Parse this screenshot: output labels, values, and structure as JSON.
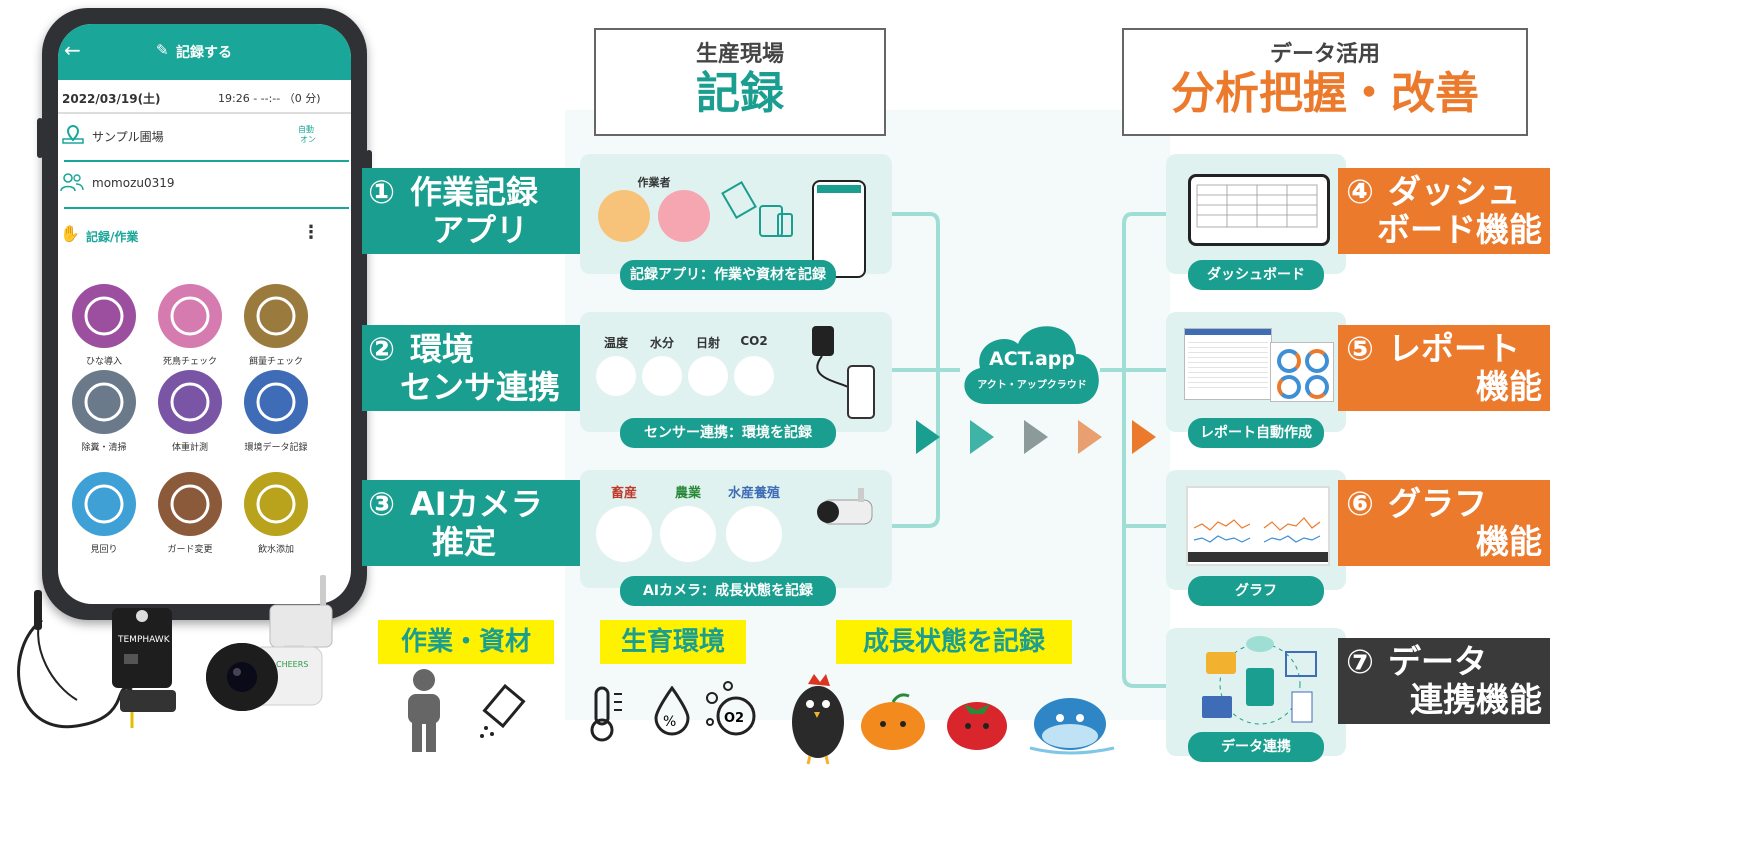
{
  "phone": {
    "title": "記録する",
    "date": "2022/03/19(土)",
    "time": "19:26 - --:-- （0 分)",
    "farm": "サンプル圃場",
    "auto": "自動",
    "auto_state": "オン",
    "user": "momozu0319",
    "section": "記録/作業",
    "icons": [
      {
        "label": "ひな導入",
        "color": "#9b4f9e",
        "icon": "house-icon"
      },
      {
        "label": "死鳥チェック",
        "color": "#d57bb0",
        "icon": "chick-icon"
      },
      {
        "label": "餌量チェック",
        "color": "#9b7a3d",
        "icon": "feed-icon"
      },
      {
        "label": "除糞・清掃",
        "color": "#6a7a8a",
        "icon": "spray-icon"
      },
      {
        "label": "体重計測",
        "color": "#7a55a5",
        "icon": "scale-icon"
      },
      {
        "label": "環境データ記録",
        "color": "#3f6cb6",
        "icon": "thermometer-icon"
      },
      {
        "label": "見回り",
        "color": "#3fa0d6",
        "icon": "magnifier-icon"
      },
      {
        "label": "ガード変更",
        "color": "#8b5a3a",
        "icon": "guard-icon"
      },
      {
        "label": "飲水添加",
        "color": "#b9a21c",
        "icon": "water-icon"
      }
    ]
  },
  "devices": {
    "sensor_brand": "TEMPHAWK",
    "camera_brand": "CHEERS"
  },
  "header_left": {
    "small": "生産現場",
    "big": "記録"
  },
  "header_right": {
    "small": "データ活用",
    "big": "分析把握・改善"
  },
  "left_labels": [
    {
      "num": "①",
      "line1": "作業記録",
      "line2": "アプリ"
    },
    {
      "num": "②",
      "line1": "環境",
      "line2": "センサ連携"
    },
    {
      "num": "③",
      "line1": "AIカメラ",
      "line2": "推定"
    }
  ],
  "cards": {
    "app": {
      "worker": "作業者",
      "pill": "記録アプリ：作業や資材を記録"
    },
    "sensor": {
      "metrics": [
        "温度",
        "水分",
        "日射",
        "CO2"
      ],
      "pill": "センサー連携：環境を記録"
    },
    "camera": {
      "domains": [
        "畜産",
        "農業",
        "水産養殖"
      ],
      "pill": "AIカメラ：成長状態を記録"
    }
  },
  "cloud": {
    "name": "ACT.app",
    "sub": "アクト・アップクラウド"
  },
  "right_cards": [
    {
      "pill": "ダッシュボード"
    },
    {
      "pill": "レポート自動作成"
    },
    {
      "pill": "グラフ"
    },
    {
      "pill": "データ連携"
    }
  ],
  "right_labels": [
    {
      "num": "④",
      "line1": "ダッシュ",
      "line2": "ボード機能",
      "style": "orange"
    },
    {
      "num": "⑤",
      "line1": "レポート",
      "line2": "機能",
      "style": "orange"
    },
    {
      "num": "⑥",
      "line1": "グラフ",
      "line2": "機能",
      "style": "orange"
    },
    {
      "num": "⑦",
      "line1": "データ",
      "line2": "連携機能",
      "style": "dark"
    }
  ],
  "bottom_tags": [
    "作業・資材",
    "生育環境",
    "成長状態を記録"
  ],
  "colors": {
    "teal": "#1a9e8f",
    "orange": "#ec7a2c",
    "dark": "#3a3a3a",
    "yellow": "#fff200",
    "card_bg": "#dff2ef",
    "arrow_colors": [
      "#1a9e8f",
      "#3fb3a5",
      "#8c9a9a",
      "#e8a070",
      "#ec7a2c"
    ]
  }
}
